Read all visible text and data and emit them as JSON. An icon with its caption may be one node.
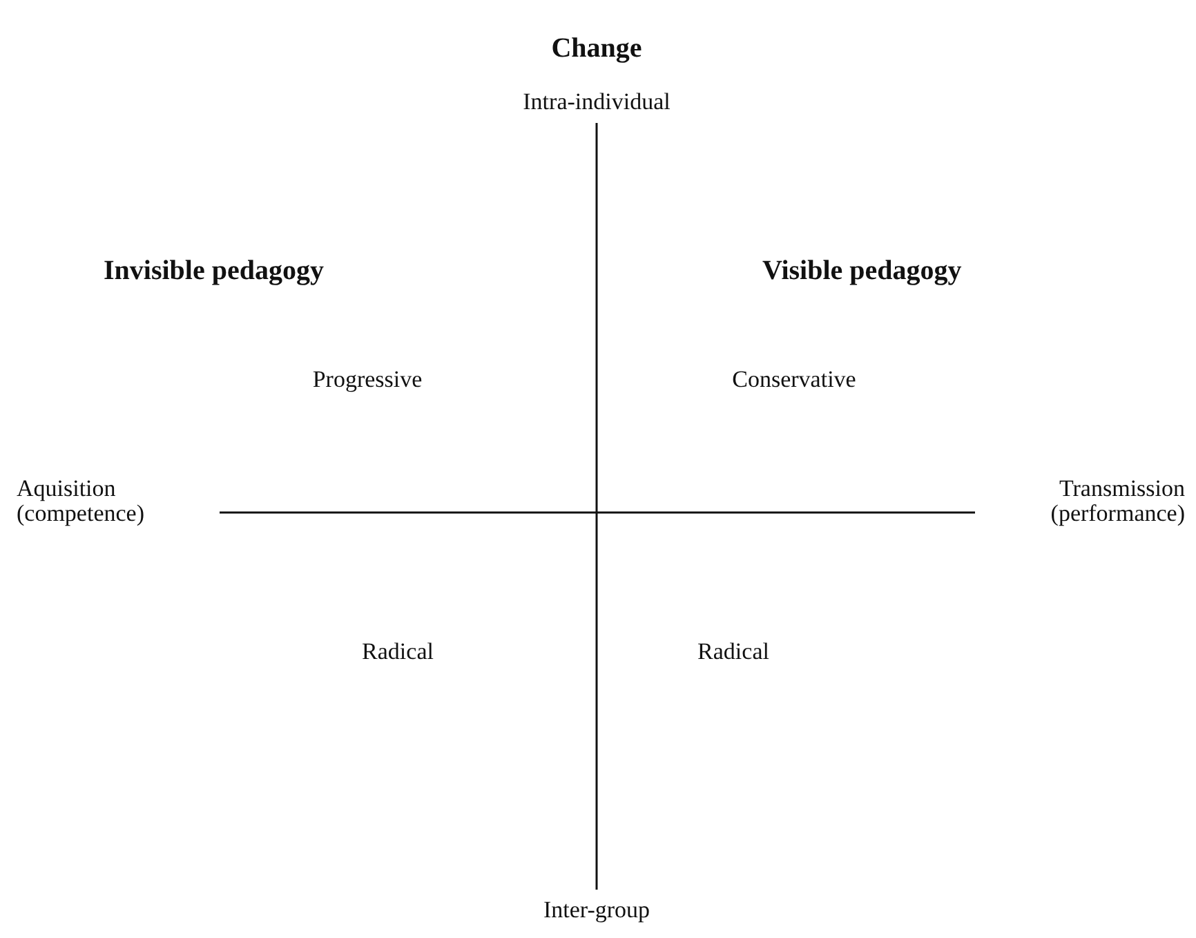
{
  "diagram": {
    "title": "Change",
    "nodes": [
      {
        "text": [
          "Intra-individual"
        ]
      },
      {
        "text": [
          "Aquisition (competence)"
        ]
      },
      {
        "text": [
          "Transmission (performance)"
        ]
      },
      {
        "text": [
          "Inter-group"
        ]
      }
    ],
    "edges": [
      {
        "from": 0,
        "to": 3,
        "arrow": "none"
      },
      {
        "from": 1,
        "to": 2,
        "arrow": "none"
      }
    ],
    "labels": [
      "Invisible pedagogy",
      "Visible pedagogy",
      "Progressive",
      "Conservative",
      "Radical",
      "Radical"
    ]
  }
}
